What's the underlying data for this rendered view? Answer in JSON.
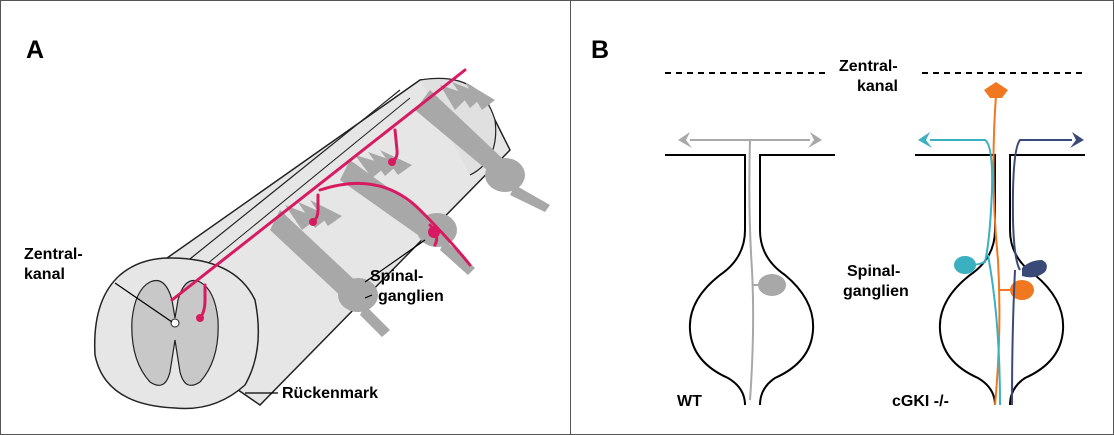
{
  "panel_a": {
    "letter": "A",
    "label_zentral_1": "Zentral-",
    "label_zentral_2": "kanal",
    "label_spinal_1": "Spinal-",
    "label_spinal_2": "ganglien",
    "label_rueckenmark": "Rückenmark"
  },
  "panel_b": {
    "letter": "B",
    "label_zentral_1": "Zentral-",
    "label_zentral_2": "kanal",
    "label_spinal_1": "Spinal-",
    "label_spinal_2": "ganglien",
    "label_wt": "WT",
    "label_cgki": "cGKI -/-"
  },
  "colors": {
    "axon_magenta": "#d81b60",
    "cord_light": "#e6e6e6",
    "cord_grey_matter": "#c8c8c8",
    "ganglion_grey": "#a8a8a8",
    "neuron_cyan": "#3ab0c0",
    "neuron_orange": "#f07820",
    "neuron_navy": "#3a4a78"
  }
}
